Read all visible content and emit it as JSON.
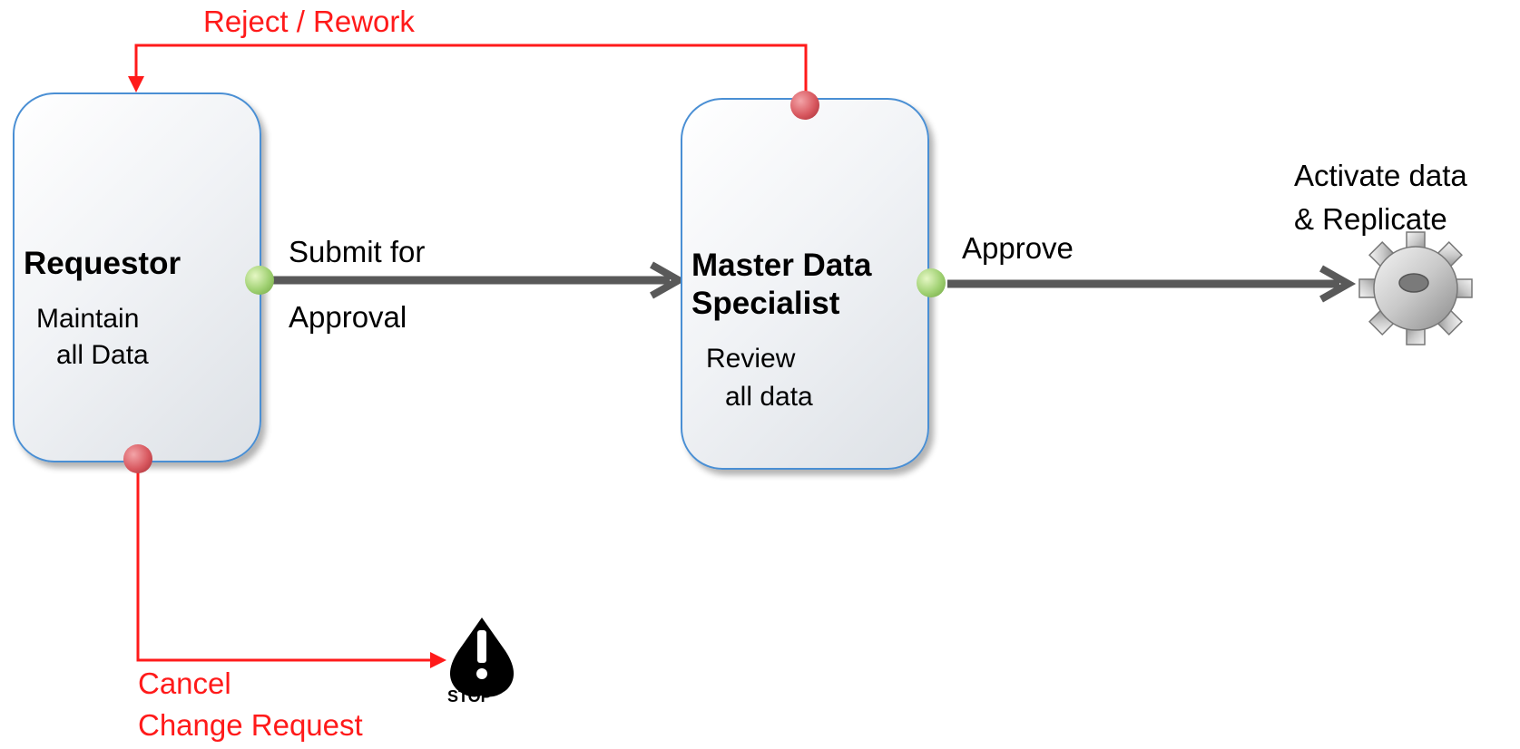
{
  "reject_label": "Reject / Rework",
  "requestor": {
    "title": "Requestor",
    "subtitle_line1": "Maintain",
    "subtitle_line2": "all Data"
  },
  "specialist": {
    "title_line1": "Master Data",
    "title_line2": "Specialist",
    "subtitle_line1": "Review",
    "subtitle_line2": "all data"
  },
  "submit_label_line1": "Submit for",
  "submit_label_line2": "Approval",
  "approve_label": "Approve",
  "activate_label_line1": "Activate data",
  "activate_label_line2": "& Replicate",
  "cancel_label_line1": "Cancel",
  "cancel_label_line2": "Change Request",
  "stop_label": "STOP",
  "icons": {
    "requestor": "person-headset-computer-icon",
    "specialist": "person-at-desk-computer-icon",
    "activate": "gear-icon",
    "stop": "stop-warning-icon"
  },
  "colors": {
    "accept_flow": "#595959",
    "reject_flow": "#ff1a1a",
    "box_border": "#4a8fd4",
    "accept_dot": "#9fd071",
    "reject_dot": "#d8585f"
  }
}
